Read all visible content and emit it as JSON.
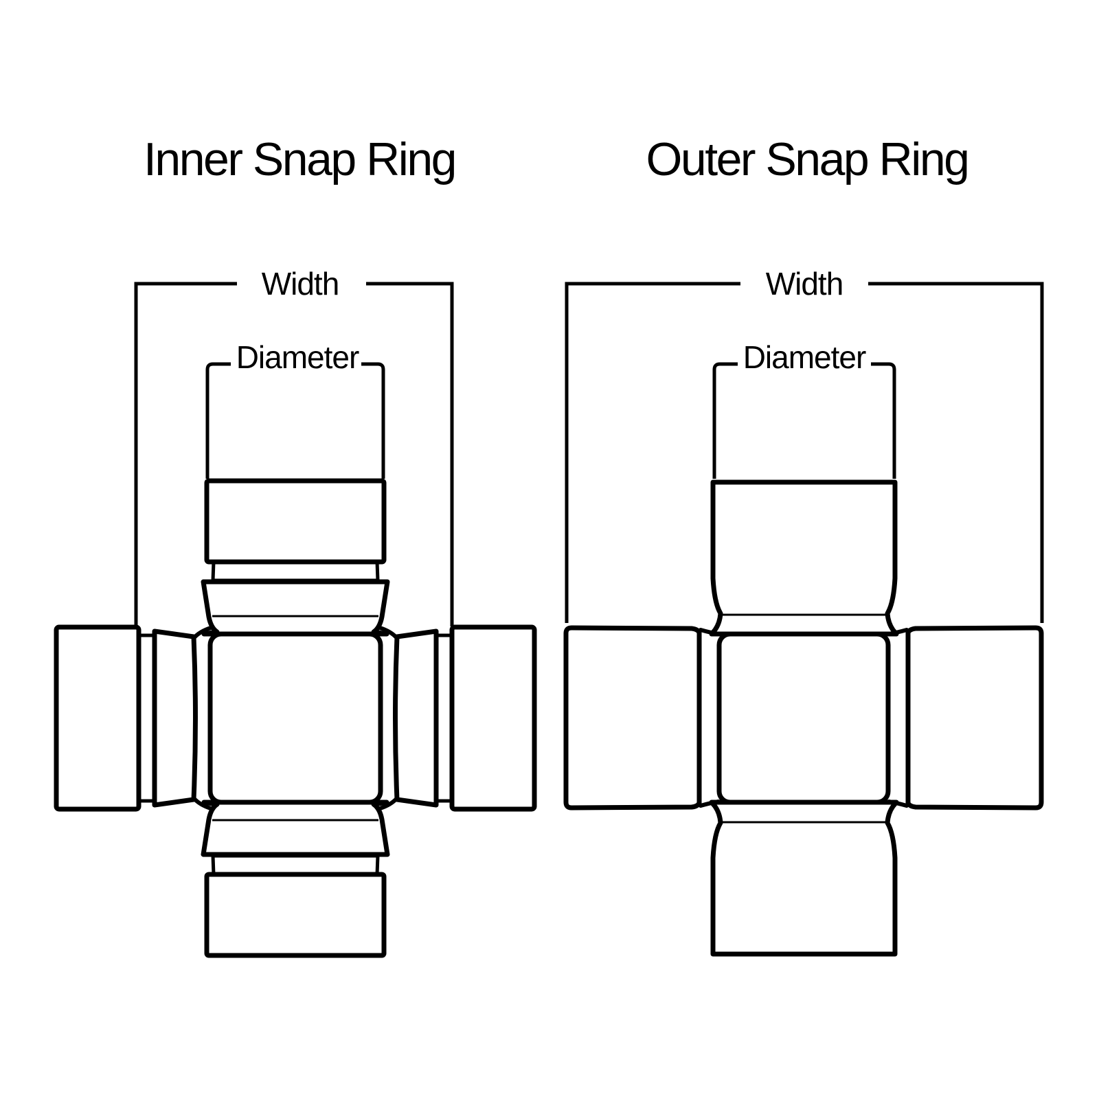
{
  "page": {
    "background_color": "#ffffff",
    "line_color": "#000000"
  },
  "panels": [
    {
      "id": "inner",
      "title": "Inner Snap Ring",
      "width_label": "Width",
      "diameter_label": "Diameter"
    },
    {
      "id": "outer",
      "title": "Outer Snap Ring",
      "width_label": "Width",
      "diameter_label": "Diameter"
    }
  ]
}
